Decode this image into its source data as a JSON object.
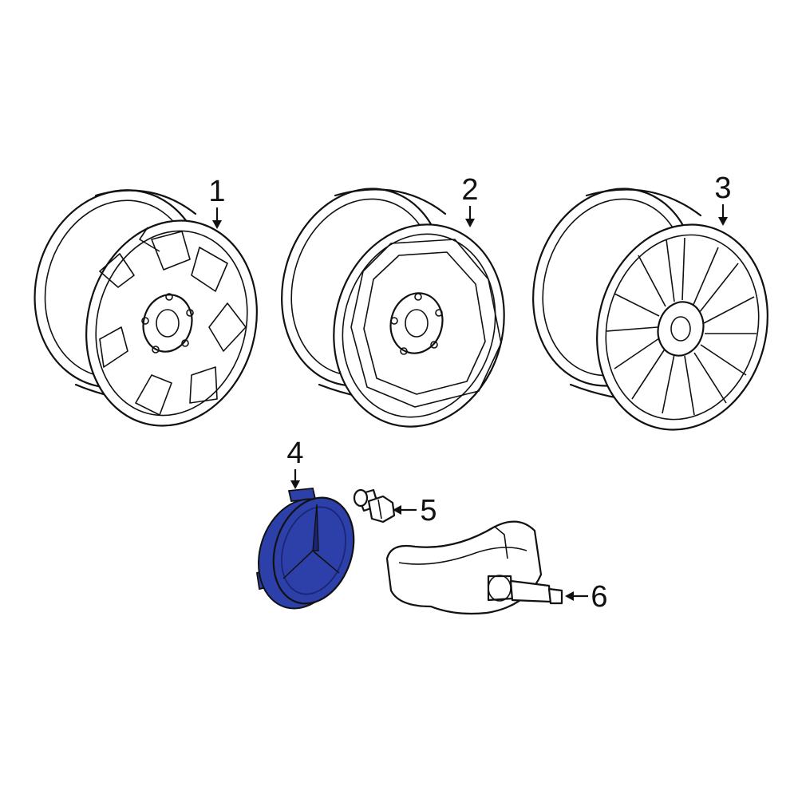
{
  "parts": [
    {
      "number": "1",
      "icon": "spoked-alloy-wheel"
    },
    {
      "number": "2",
      "icon": "aero-disc-wheel"
    },
    {
      "number": "3",
      "icon": "multi-spoke-wheel"
    },
    {
      "number": "4",
      "icon": "center-cap",
      "highlighted": true
    },
    {
      "number": "5",
      "icon": "valve-core-nut"
    },
    {
      "number": "6",
      "icon": "tire-pressure-sensor"
    }
  ],
  "colors": {
    "highlight": "#2d3fa8",
    "highlight_dark": "#1a2675",
    "line": "#111111",
    "background": "#ffffff"
  }
}
